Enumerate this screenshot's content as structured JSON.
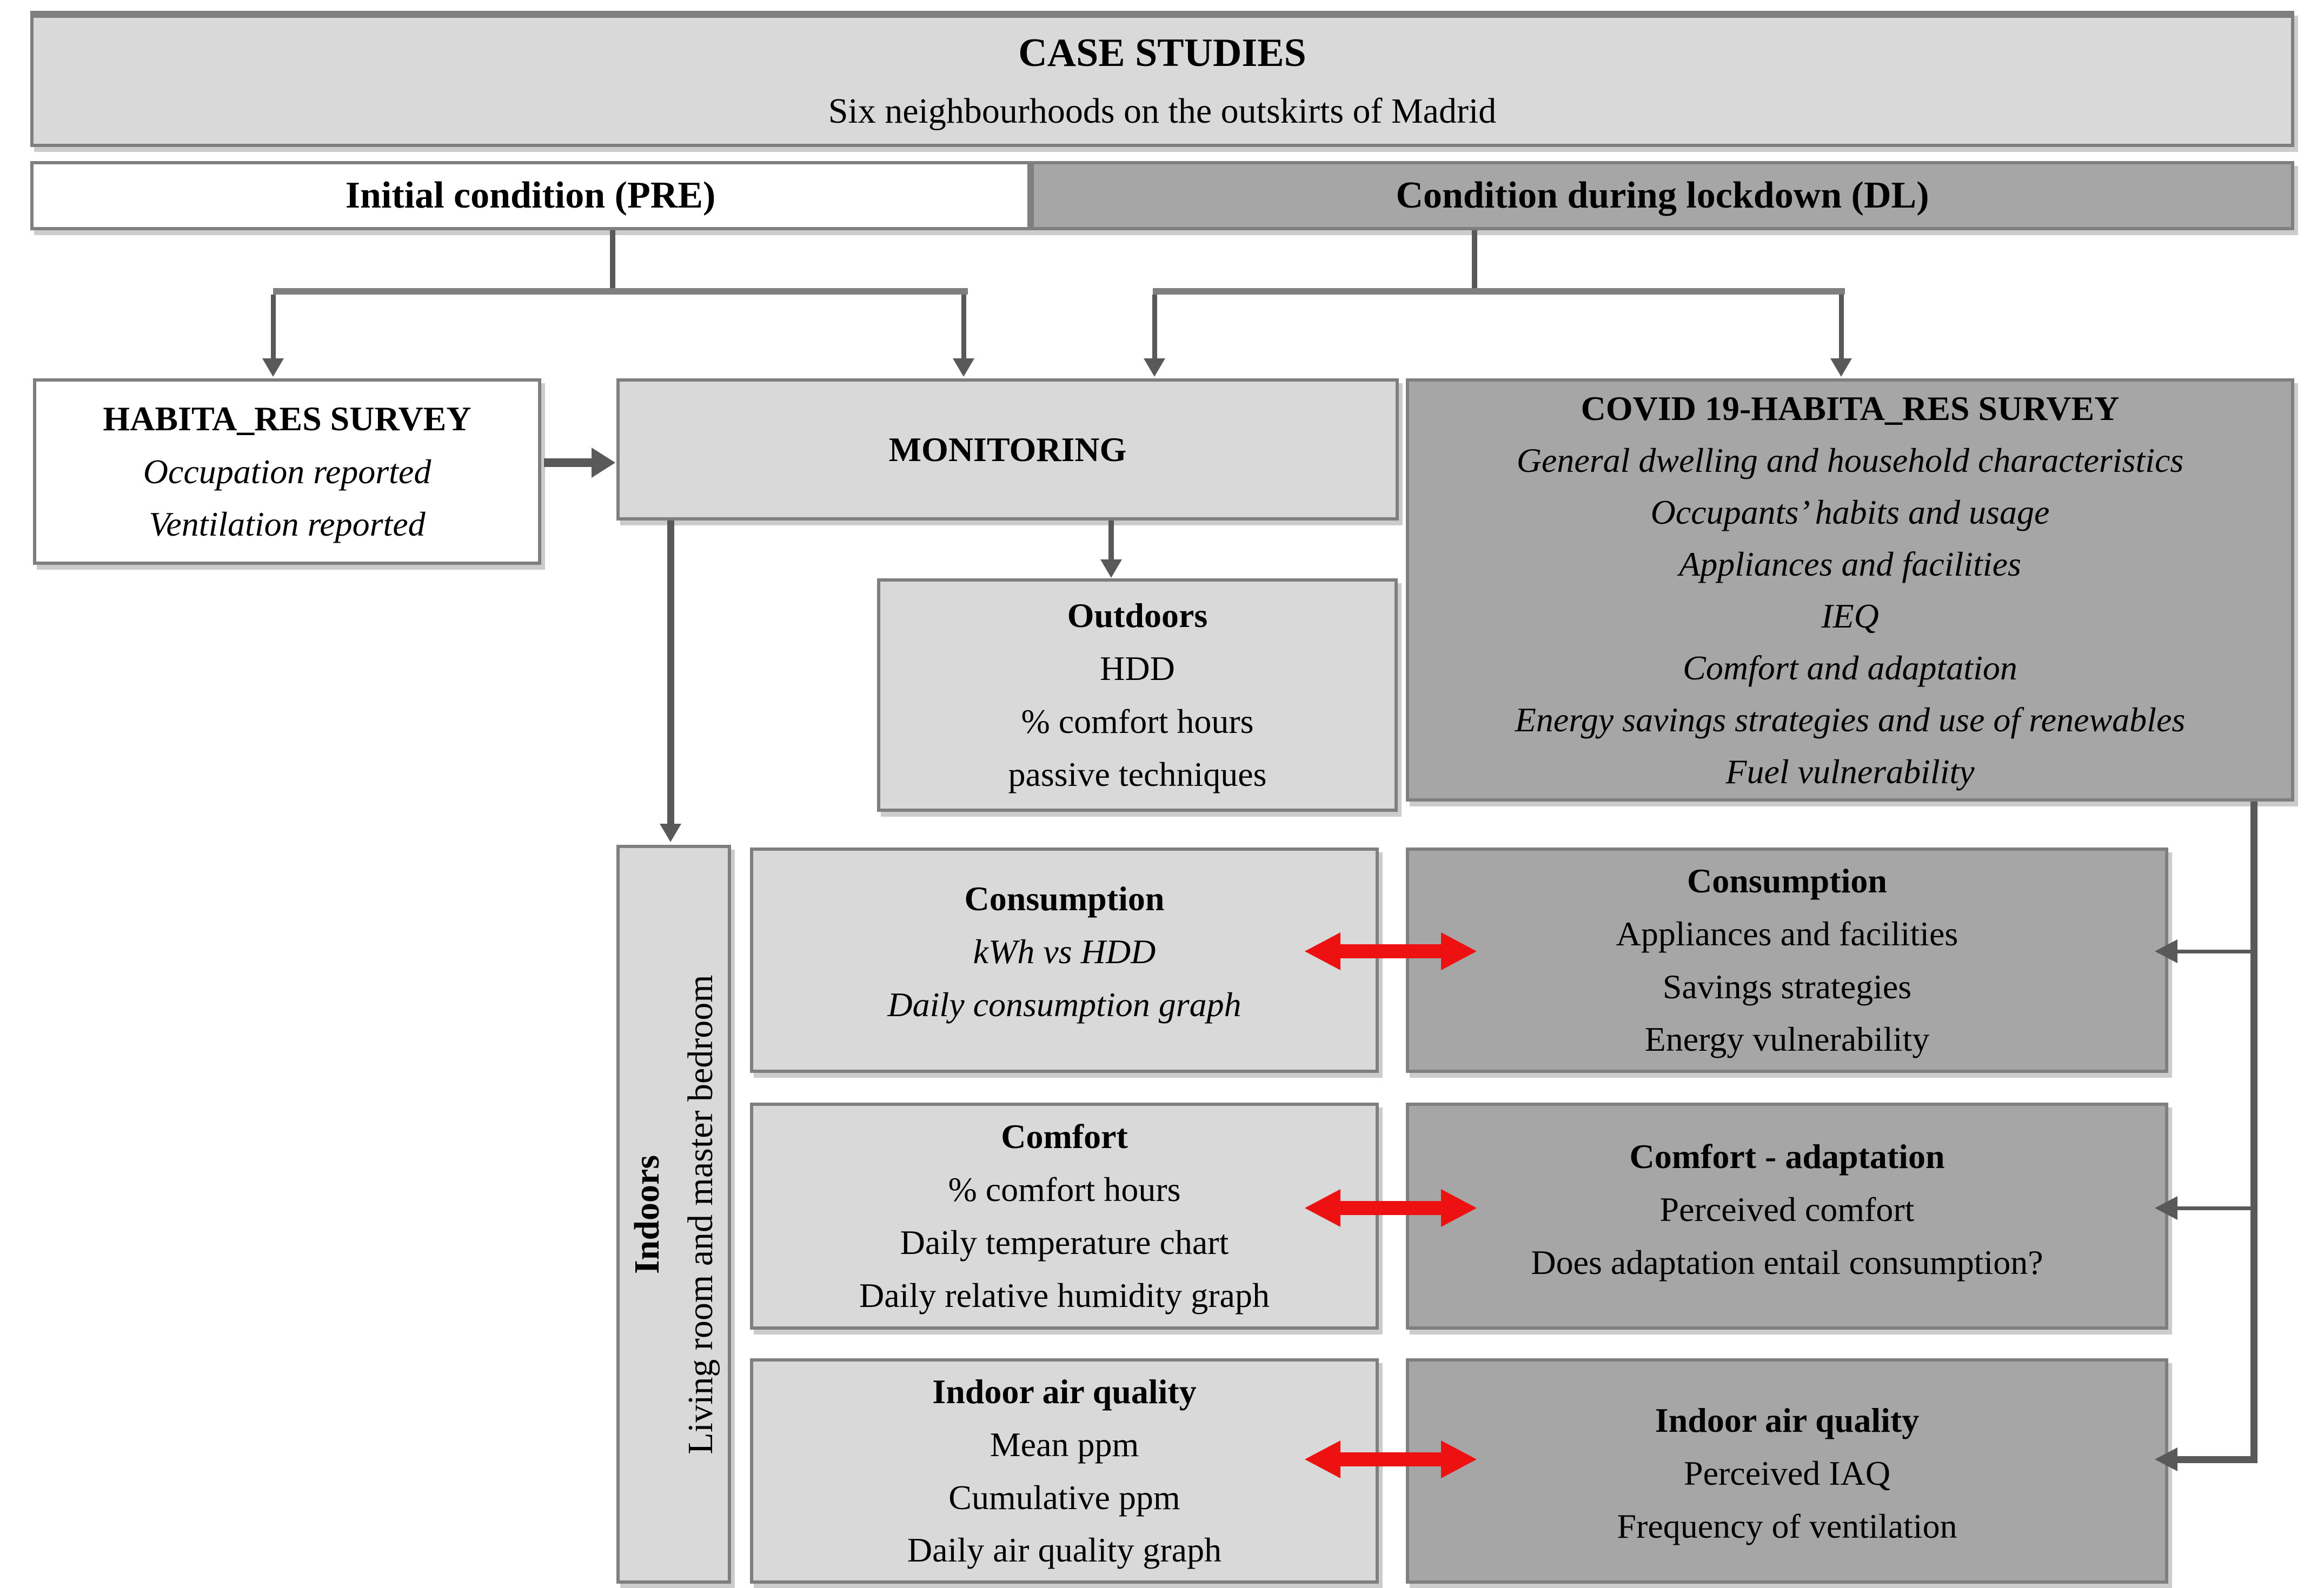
{
  "colors": {
    "light_fill": "#d9d9d9",
    "dark_fill": "#a6a6a6",
    "border_col": "#7f7f7f",
    "conn_col": "#595959",
    "tbar_col": "#7f7f7f",
    "red_col": "#ee1111"
  },
  "header": {
    "title": "CASE STUDIES",
    "subtitle": "Six neighbourhoods on the outskirts of Madrid"
  },
  "columns": {
    "pre": "Initial condition (PRE)",
    "dl": "Condition during lockdown (DL)"
  },
  "habita": {
    "title": "HABITA_RES SURVEY",
    "lines": [
      "Occupation reported",
      "Ventilation reported"
    ]
  },
  "monitoring": {
    "title": "MONITORING"
  },
  "covid": {
    "title": "COVID 19-HABITA_RES SURVEY",
    "lines": [
      "General dwelling and household characteristics",
      "Occupants’ habits and usage",
      "Appliances and facilities",
      "IEQ",
      "Comfort and adaptation",
      "Energy savings strategies and use of renewables",
      "Fuel vulnerability"
    ]
  },
  "outdoors": {
    "title": "Outdoors",
    "lines": [
      "HDD",
      "% comfort hours",
      "passive techniques"
    ]
  },
  "indoors": {
    "title": "Indoors",
    "subtitle": "Living room and master bedroom"
  },
  "rows": [
    {
      "left": {
        "title": "Consumption",
        "lines": [
          "kWh vs HDD",
          "Daily consumption graph"
        ]
      },
      "right": {
        "title": "Consumption",
        "lines": [
          "Appliances and facilities",
          "Savings strategies",
          "Energy vulnerability"
        ]
      }
    },
    {
      "left": {
        "title": "Comfort",
        "lines": [
          "% comfort hours",
          "Daily temperature chart",
          "Daily relative humidity graph"
        ]
      },
      "right": {
        "title": "Comfort - adaptation",
        "lines": [
          "Perceived comfort",
          "Does adaptation entail consumption?"
        ]
      }
    },
    {
      "left": {
        "title": "Indoor air quality",
        "lines": [
          "Mean ppm",
          "Cumulative ppm",
          "Daily air quality graph"
        ]
      },
      "right": {
        "title": "Indoor air quality",
        "lines": [
          "Perceived IAQ",
          "Frequency of ventilation"
        ]
      }
    }
  ]
}
